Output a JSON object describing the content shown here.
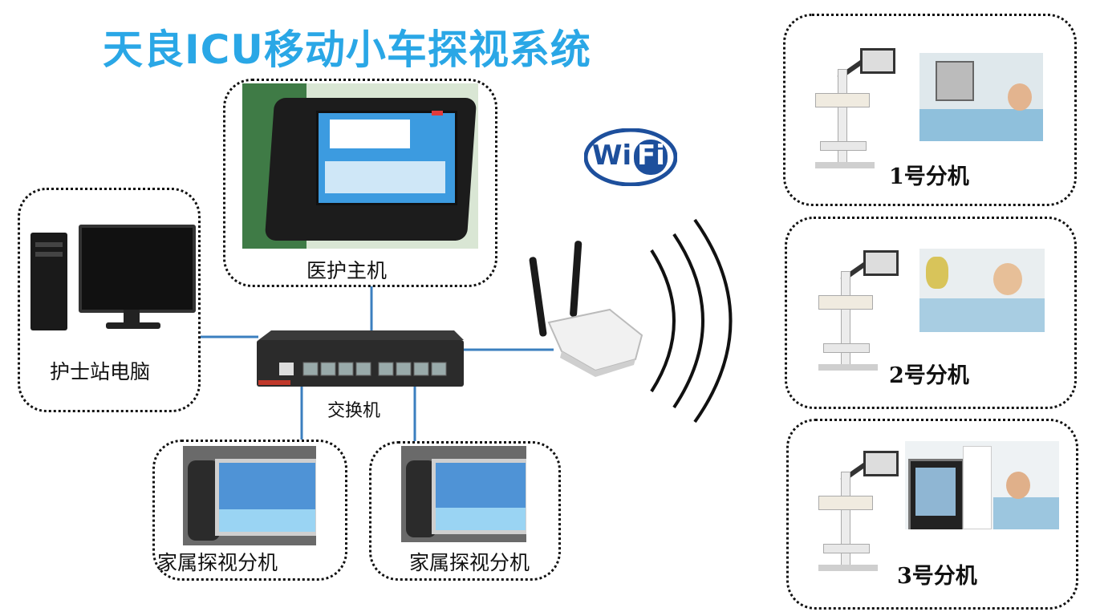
{
  "title": "天良ICU移动小车探视系统",
  "nodes": {
    "nurse_station": "护士站电脑",
    "main_host": "医护主机",
    "switch": "交换机",
    "family_1": "家属探视分机",
    "family_2": "家属探视分机",
    "ext_1": "1号分机",
    "ext_2": "2号分机",
    "ext_3": "3号分机"
  },
  "wifi_logo": {
    "wi": "Wi",
    "fi": "Fi"
  },
  "colors": {
    "title": "#2aa7e6",
    "link_line": "#3b7fbf",
    "box_border": "#111111",
    "wifi_blue": "#1d4f9c"
  }
}
